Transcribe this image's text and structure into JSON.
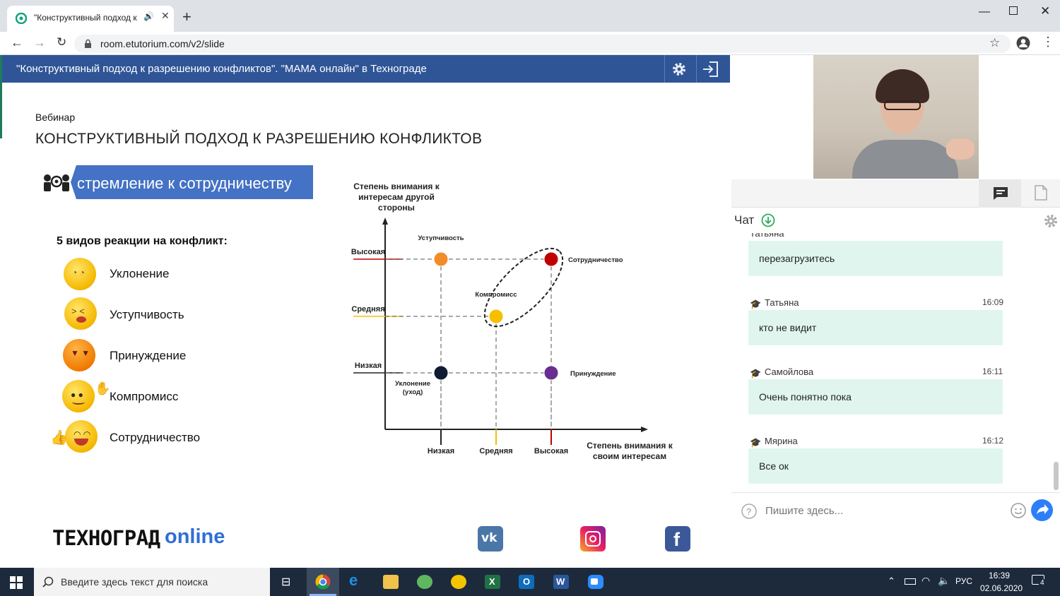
{
  "browser": {
    "tab_title": "\"Конструктивный подход к",
    "url": "room.etutorium.com/v2/slide",
    "new_tab_symbol": "+",
    "window_controls": [
      "minimize",
      "maximize",
      "close"
    ]
  },
  "slide_header": {
    "title": "\"Конструктивный подход к разрешению конфликтов\". \"МАМА онлайн\" в Технограде"
  },
  "slide": {
    "kicker": "Вебинар",
    "title": "КОНСТРУКТИВНЫЙ ПОДХОД К РАЗРЕШЕНИЮ КОНФЛИКТОВ",
    "banner": "стремление к сотрудничеству",
    "reactions_heading": "5 видов реакции на конфликт:",
    "reactions": [
      "Уклонение",
      "Уступчивость",
      "Принуждение",
      "Компромисс",
      "Сотрудничество"
    ],
    "logo_text_1": "ТЕХНОГРАД",
    "logo_text_2": "online",
    "social_icons": [
      "vk-icon",
      "instagram-icon",
      "facebook-icon"
    ]
  },
  "chart_data": {
    "type": "scatter",
    "ylabel": "Степень внимания к интересам другой стороны",
    "xlabel": "Степень внимания к своим интересам",
    "x_ticks": [
      "Низкая",
      "Средняя",
      "Высокая"
    ],
    "y_ticks": [
      "Низкая",
      "Средняя",
      "Высокая"
    ],
    "x_tick_colors": [
      "#222222",
      "#f2c200",
      "#c00000"
    ],
    "y_tick_colors": [
      "#222222",
      "#f2c200",
      "#c00000"
    ],
    "points": [
      {
        "label": "Уклонение (уход)",
        "label_lines": [
          "Уклонение",
          "(уход)"
        ],
        "x": "Низкая",
        "y": "Низкая",
        "color": "#0f1a33"
      },
      {
        "label": "Уступчивость",
        "x": "Низкая",
        "y": "Высокая",
        "color": "#f28c28"
      },
      {
        "label": "Компромисс",
        "x": "Средняя",
        "y": "Средняя",
        "color": "#f6c000"
      },
      {
        "label": "Сотрудничество",
        "x": "Высокая",
        "y": "Высокая",
        "color": "#c00000"
      },
      {
        "label": "Принуждение",
        "x": "Высокая",
        "y": "Низкая",
        "color": "#6a2c91"
      }
    ]
  },
  "right_panel": {
    "chat_label": "Чат",
    "partial_top_message": "перезагрузитесь",
    "partial_top_author": "Татьяна",
    "messages": [
      {
        "author": "Татьяна",
        "time": "16:09",
        "text": "кто не видит"
      },
      {
        "author": "Самойлова",
        "time": "16:11",
        "text": "Очень понятно пока"
      },
      {
        "author": "Мярина",
        "time": "16:12",
        "text": "Все ок"
      }
    ],
    "input_placeholder": "Пишите здесь..."
  },
  "taskbar": {
    "search_placeholder": "Введите здесь текст для поиска",
    "language": "РУС",
    "time": "16:39",
    "date": "02.06.2020",
    "notification_count": "4"
  }
}
